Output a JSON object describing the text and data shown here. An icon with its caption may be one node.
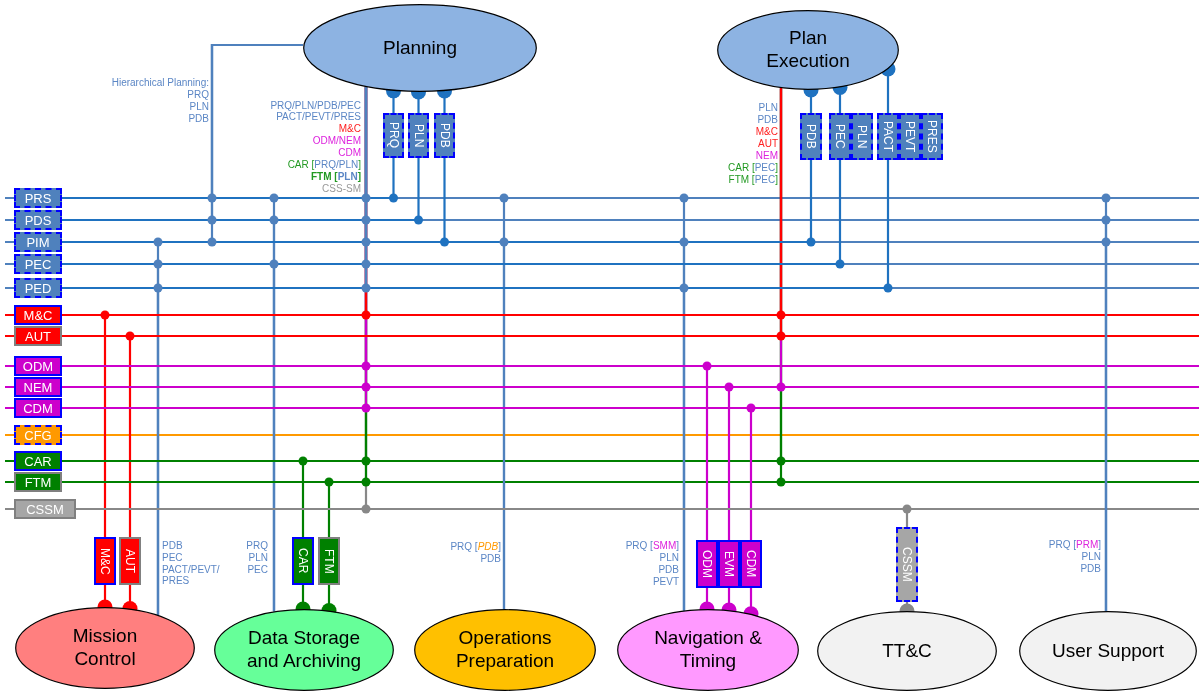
{
  "diagram": {
    "nodes": [
      {
        "text": [
          "Planning"
        ]
      },
      {
        "text": [
          "PRQ"
        ]
      },
      {
        "text": [
          "PLN"
        ]
      },
      {
        "text": [
          "PDB"
        ]
      },
      {
        "text": [
          "Plan Execution"
        ]
      },
      {
        "text": [
          "PDB"
        ]
      },
      {
        "text": [
          "PEC"
        ]
      },
      {
        "text": [
          "PLN"
        ]
      },
      {
        "text": [
          "PACT"
        ]
      },
      {
        "text": [
          "PEVT"
        ]
      },
      {
        "text": [
          "PRES"
        ]
      },
      {
        "text": [
          "PRS"
        ]
      },
      {
        "text": [
          "PDS"
        ]
      },
      {
        "text": [
          "PIM"
        ]
      },
      {
        "text": [
          "PEC"
        ]
      },
      {
        "text": [
          "PED"
        ]
      },
      {
        "text": [
          "M&C"
        ]
      },
      {
        "text": [
          "AUT"
        ]
      },
      {
        "text": [
          "ODM"
        ]
      },
      {
        "text": [
          "NEM"
        ]
      },
      {
        "text": [
          "CDM"
        ]
      },
      {
        "text": [
          "CFG"
        ]
      },
      {
        "text": [
          "CAR"
        ]
      },
      {
        "text": [
          "FTM"
        ]
      },
      {
        "text": [
          "CSSM"
        ]
      },
      {
        "text": [
          "M&C"
        ]
      },
      {
        "text": [
          "AUT"
        ]
      },
      {
        "text": [
          "CAR"
        ]
      },
      {
        "text": [
          "FTM"
        ]
      },
      {
        "text": [
          "ODM"
        ]
      },
      {
        "text": [
          "EVM"
        ]
      },
      {
        "text": [
          "CDM"
        ]
      },
      {
        "text": [
          "CSSM"
        ]
      },
      {
        "text": [
          "Mission Control"
        ]
      },
      {
        "text": [
          "Data Storage and Archiving"
        ]
      },
      {
        "text": [
          "Operations Preparation"
        ]
      },
      {
        "text": [
          "Navigation & Timing"
        ]
      },
      {
        "text": [
          "TT&C"
        ]
      },
      {
        "text": [
          "User Support"
        ]
      }
    ],
    "edges": [
      {
        "from": 0,
        "to": 11,
        "arrow": "none"
      },
      {
        "from": 0,
        "to": 12,
        "arrow": "none"
      },
      {
        "from": 0,
        "to": 13,
        "arrow": "none"
      },
      {
        "from": 0,
        "to": 11,
        "arrow": "none"
      },
      {
        "from": 0,
        "to": 12,
        "arrow": "none"
      },
      {
        "from": 0,
        "to": 13,
        "arrow": "none"
      },
      {
        "from": 0,
        "to": 14,
        "arrow": "none"
      },
      {
        "from": 0,
        "to": 15,
        "arrow": "none"
      },
      {
        "from": 0,
        "to": 16,
        "arrow": "none",
        "color": "#ff0000"
      },
      {
        "from": 0,
        "to": 18,
        "arrow": "none",
        "color": "#cc00cc"
      },
      {
        "from": 0,
        "to": 19,
        "arrow": "none",
        "color": "#cc00cc"
      },
      {
        "from": 0,
        "to": 20,
        "arrow": "none",
        "color": "#cc00cc"
      },
      {
        "from": 0,
        "to": 22,
        "arrow": "none",
        "color": "#008000"
      },
      {
        "from": 0,
        "to": 23,
        "arrow": "none",
        "color": "#008000"
      },
      {
        "from": 0,
        "to": 24,
        "arrow": "none",
        "color": "#888888"
      },
      {
        "from": 0,
        "to": 1,
        "arrow": "other",
        "color": "#1f72c0"
      },
      {
        "from": 1,
        "to": 11,
        "arrow": "none",
        "color": "#1f72c0"
      },
      {
        "from": 0,
        "to": 2,
        "arrow": "other",
        "color": "#1f72c0"
      },
      {
        "from": 2,
        "to": 12,
        "arrow": "none",
        "color": "#1f72c0"
      },
      {
        "from": 0,
        "to": 3,
        "arrow": "other",
        "color": "#1f72c0"
      },
      {
        "from": 3,
        "to": 13,
        "arrow": "none",
        "color": "#1f72c0"
      },
      {
        "from": 4,
        "to": 16,
        "arrow": "none",
        "color": "#ff0000"
      },
      {
        "from": 4,
        "to": 17,
        "arrow": "none",
        "color": "#ff0000"
      },
      {
        "from": 4,
        "to": 19,
        "arrow": "none",
        "color": "#cc00cc"
      },
      {
        "from": 4,
        "to": 22,
        "arrow": "none",
        "color": "#008000"
      },
      {
        "from": 4,
        "to": 23,
        "arrow": "none",
        "color": "#008000"
      },
      {
        "from": 4,
        "to": 5,
        "arrow": "other",
        "color": "#1f72c0"
      },
      {
        "from": 5,
        "to": 13,
        "arrow": "none",
        "color": "#1f72c0"
      },
      {
        "from": 4,
        "to": 6,
        "arrow": "other",
        "color": "#1f72c0"
      },
      {
        "from": 6,
        "to": 14,
        "arrow": "none",
        "color": "#1f72c0"
      },
      {
        "from": 4,
        "to": 8,
        "arrow": "other",
        "color": "#1f72c0"
      },
      {
        "from": 8,
        "to": 15,
        "arrow": "none",
        "color": "#1f72c0"
      },
      {
        "from": 33,
        "to": 25,
        "arrow": "other",
        "color": "#ff0000"
      },
      {
        "from": 25,
        "to": 16,
        "arrow": "none",
        "color": "#ff0000"
      },
      {
        "from": 33,
        "to": 26,
        "arrow": "other",
        "color": "#ff0000"
      },
      {
        "from": 26,
        "to": 17,
        "arrow": "none",
        "color": "#ff0000"
      },
      {
        "from": 33,
        "to": 13,
        "arrow": "none"
      },
      {
        "from": 33,
        "to": 14,
        "arrow": "none"
      },
      {
        "from": 33,
        "to": 15,
        "arrow": "none"
      },
      {
        "from": 34,
        "to": 27,
        "arrow": "other",
        "color": "#008000"
      },
      {
        "from": 27,
        "to": 22,
        "arrow": "none",
        "color": "#008000"
      },
      {
        "from": 34,
        "to": 28,
        "arrow": "other",
        "color": "#008000"
      },
      {
        "from": 28,
        "to": 23,
        "arrow": "none",
        "color": "#008000"
      },
      {
        "from": 34,
        "to": 11,
        "arrow": "none"
      },
      {
        "from": 34,
        "to": 12,
        "arrow": "none"
      },
      {
        "from": 34,
        "to": 14,
        "arrow": "none"
      },
      {
        "from": 35,
        "to": 11,
        "arrow": "none"
      },
      {
        "from": 35,
        "to": 13,
        "arrow": "none"
      },
      {
        "from": 36,
        "to": 29,
        "arrow": "other",
        "color": "#cc00cc"
      },
      {
        "from": 29,
        "to": 18,
        "arrow": "none",
        "color": "#cc00cc"
      },
      {
        "from": 36,
        "to": 30,
        "arrow": "other",
        "color": "#cc00cc"
      },
      {
        "from": 30,
        "to": 19,
        "arrow": "none",
        "color": "#cc00cc"
      },
      {
        "from": 36,
        "to": 31,
        "arrow": "other",
        "color": "#cc00cc"
      },
      {
        "from": 31,
        "to": 20,
        "arrow": "none",
        "color": "#cc00cc"
      },
      {
        "from": 36,
        "to": 11,
        "arrow": "none"
      },
      {
        "from": 36,
        "to": 13,
        "arrow": "none"
      },
      {
        "from": 36,
        "to": 15,
        "arrow": "none"
      },
      {
        "from": 37,
        "to": 32,
        "arrow": "other",
        "color": "#888888"
      },
      {
        "from": 32,
        "to": 24,
        "arrow": "none",
        "color": "#888888"
      },
      {
        "from": 38,
        "to": 11,
        "arrow": "none"
      },
      {
        "from": 38,
        "to": 12,
        "arrow": "none"
      },
      {
        "from": 38,
        "to": 13,
        "arrow": "none"
      }
    ],
    "labels": [
      "Hierarchical Planning:",
      "PRQ",
      "PLN",
      "PDB",
      "PRQ/PLN/PDB/PEC PACT/PEVT/PRES",
      "M&C",
      "ODM/NEM",
      "CDM",
      "CAR [PRQ/PLN]",
      "FTM [PLN]",
      "CSS-SM",
      "PLN",
      "PDB",
      "M&C",
      "AUT",
      "NEM",
      "CAR [PEC]",
      "FTM [PEC]",
      "PDB",
      "PEC",
      "PACT/PEVT/ PRES",
      "PRQ",
      "PLN",
      "PEC",
      "PRQ [*PDB*]",
      "PDB",
      "PRQ [SMM]",
      "PLN",
      "PDB",
      "PEVT",
      "PRQ [PRM]",
      "PLN",
      "PDB"
    ]
  }
}
